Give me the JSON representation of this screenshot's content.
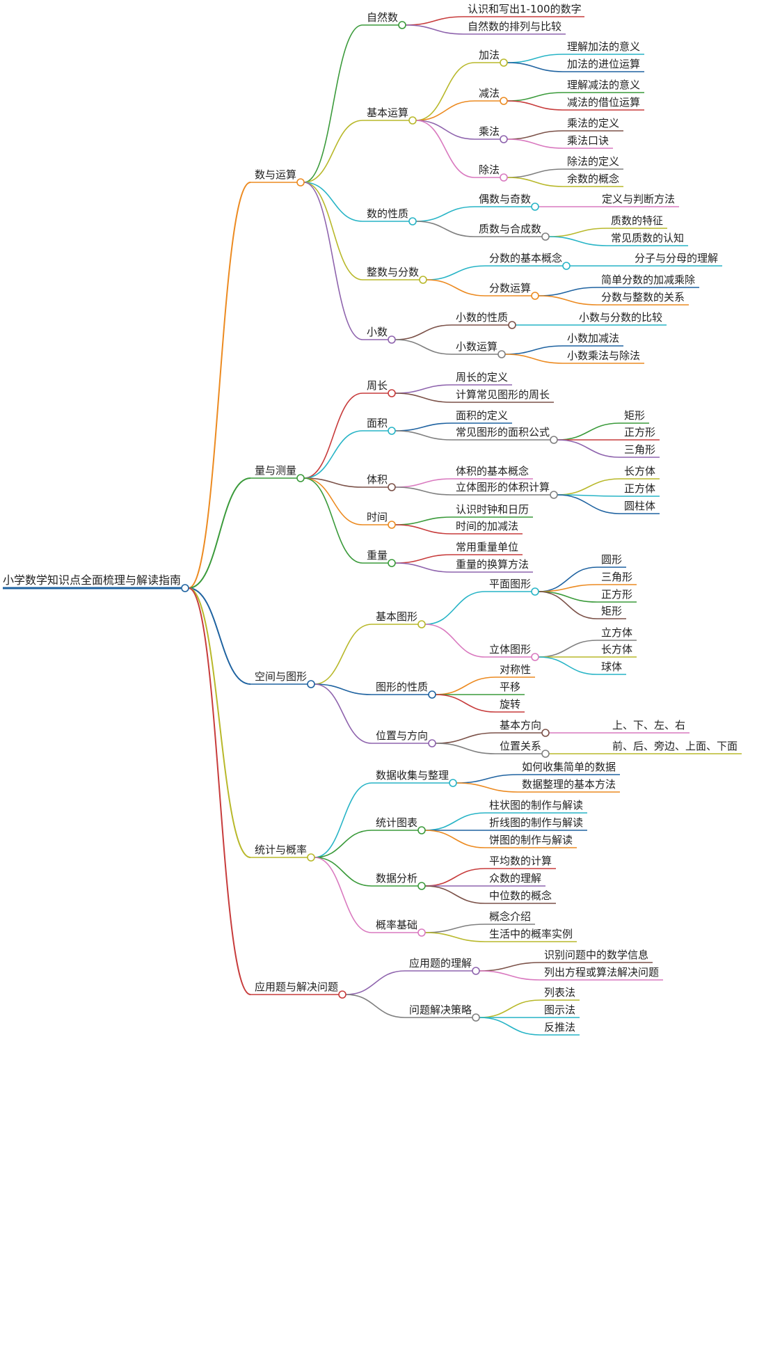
{
  "diagram": {
    "type": "mindmap",
    "root": {
      "label": "小学数学知识点全面梳理与解读指南",
      "color": "#1e62a0",
      "children": [
        {
          "label": "数与运算",
          "color": "#ec8a20",
          "children": [
            {
              "label": "自然数",
              "color": "#3a9a3a",
              "children": [
                {
                  "label": "认识和写出1-100的数字",
                  "color": "#c73b3b"
                },
                {
                  "label": "自然数的排列与比较",
                  "color": "#8e63ad"
                }
              ]
            },
            {
              "label": "基本运算",
              "color": "#b8b82a",
              "children": [
                {
                  "label": "加法",
                  "color": "#b8b82a",
                  "children": [
                    {
                      "label": "理解加法的意义",
                      "color": "#27b4c6"
                    },
                    {
                      "label": "加法的进位运算",
                      "color": "#1e62a0"
                    }
                  ]
                },
                {
                  "label": "减法",
                  "color": "#ec8a20",
                  "children": [
                    {
                      "label": "理解减法的意义",
                      "color": "#3a9a3a"
                    },
                    {
                      "label": "减法的借位运算",
                      "color": "#c73b3b"
                    }
                  ]
                },
                {
                  "label": "乘法",
                  "color": "#8e63ad",
                  "children": [
                    {
                      "label": "乘法的定义",
                      "color": "#7b5148"
                    },
                    {
                      "label": "乘法口诀",
                      "color": "#d979bf"
                    }
                  ]
                },
                {
                  "label": "除法",
                  "color": "#d979bf",
                  "children": [
                    {
                      "label": "除法的定义",
                      "color": "#7f7f7f"
                    },
                    {
                      "label": "余数的概念",
                      "color": "#b8b82a"
                    }
                  ]
                }
              ]
            },
            {
              "label": "数的性质",
              "color": "#27b4c6",
              "children": [
                {
                  "label": "偶数与奇数",
                  "color": "#27b4c6",
                  "children": [
                    {
                      "label": "定义与判断方法",
                      "color": "#d979bf"
                    }
                  ]
                },
                {
                  "label": "质数与合成数",
                  "color": "#7f7f7f",
                  "children": [
                    {
                      "label": "质数的特征",
                      "color": "#b8b82a"
                    },
                    {
                      "label": "常见质数的认知",
                      "color": "#27b4c6"
                    }
                  ]
                }
              ]
            },
            {
              "label": "整数与分数",
              "color": "#b8b82a",
              "children": [
                {
                  "label": "分数的基本概念",
                  "color": "#27b4c6",
                  "children": [
                    {
                      "label": "分子与分母的理解",
                      "color": "#27b4c6"
                    }
                  ]
                },
                {
                  "label": "分数运算",
                  "color": "#ec8a20",
                  "children": [
                    {
                      "label": "简单分数的加减乘除",
                      "color": "#1e62a0"
                    },
                    {
                      "label": "分数与整数的关系",
                      "color": "#ec8a20"
                    }
                  ]
                }
              ]
            },
            {
              "label": "小数",
              "color": "#8e63ad",
              "children": [
                {
                  "label": "小数的性质",
                  "color": "#7b5148",
                  "children": [
                    {
                      "label": "小数与分数的比较",
                      "color": "#27b4c6"
                    }
                  ]
                },
                {
                  "label": "小数运算",
                  "color": "#7f7f7f",
                  "children": [
                    {
                      "label": "小数加减法",
                      "color": "#1e62a0"
                    },
                    {
                      "label": "小数乘法与除法",
                      "color": "#ec8a20"
                    }
                  ]
                }
              ]
            }
          ]
        },
        {
          "label": "量与测量",
          "color": "#3a9a3a",
          "children": [
            {
              "label": "周长",
              "color": "#c73b3b",
              "children": [
                {
                  "label": "周长的定义",
                  "color": "#8e63ad"
                },
                {
                  "label": "计算常见图形的周长",
                  "color": "#7b5148"
                }
              ]
            },
            {
              "label": "面积",
              "color": "#27b4c6",
              "children": [
                {
                  "label": "面积的定义",
                  "color": "#1e62a0"
                },
                {
                  "label": "常见图形的面积公式",
                  "color": "#7f7f7f",
                  "children": [
                    {
                      "label": "矩形",
                      "color": "#3a9a3a"
                    },
                    {
                      "label": "正方形",
                      "color": "#c73b3b"
                    },
                    {
                      "label": "三角形",
                      "color": "#8e63ad"
                    }
                  ]
                }
              ]
            },
            {
              "label": "体积",
              "color": "#7b5148",
              "children": [
                {
                  "label": "体积的基本概念",
                  "color": "#d979bf"
                },
                {
                  "label": "立体图形的体积计算",
                  "color": "#7f7f7f",
                  "children": [
                    {
                      "label": "长方体",
                      "color": "#b8b82a"
                    },
                    {
                      "label": "正方体",
                      "color": "#27b4c6"
                    },
                    {
                      "label": "圆柱体",
                      "color": "#1e62a0"
                    }
                  ]
                }
              ]
            },
            {
              "label": "时间",
              "color": "#ec8a20",
              "children": [
                {
                  "label": "认识时钟和日历",
                  "color": "#3a9a3a"
                },
                {
                  "label": "时间的加减法",
                  "color": "#c73b3b"
                }
              ]
            },
            {
              "label": "重量",
              "color": "#3a9a3a",
              "children": [
                {
                  "label": "常用重量单位",
                  "color": "#c73b3b"
                },
                {
                  "label": "重量的换算方法",
                  "color": "#8e63ad"
                }
              ]
            }
          ]
        },
        {
          "label": "空间与图形",
          "color": "#1e62a0",
          "children": [
            {
              "label": "基本图形",
              "color": "#b8b82a",
              "children": [
                {
                  "label": "平面图形",
                  "color": "#27b4c6",
                  "children": [
                    {
                      "label": "圆形",
                      "color": "#1e62a0"
                    },
                    {
                      "label": "三角形",
                      "color": "#ec8a20"
                    },
                    {
                      "label": "正方形",
                      "color": "#3a9a3a"
                    },
                    {
                      "label": "矩形",
                      "color": "#7b5148"
                    }
                  ]
                },
                {
                  "label": "立体图形",
                  "color": "#d979bf",
                  "children": [
                    {
                      "label": "立方体",
                      "color": "#7f7f7f"
                    },
                    {
                      "label": "长方体",
                      "color": "#b8b82a"
                    },
                    {
                      "label": "球体",
                      "color": "#27b4c6"
                    }
                  ]
                }
              ]
            },
            {
              "label": "图形的性质",
              "color": "#1e62a0",
              "children": [
                {
                  "label": "对称性",
                  "color": "#ec8a20"
                },
                {
                  "label": "平移",
                  "color": "#3a9a3a"
                },
                {
                  "label": "旋转",
                  "color": "#c73b3b"
                }
              ]
            },
            {
              "label": "位置与方向",
              "color": "#8e63ad",
              "children": [
                {
                  "label": "基本方向",
                  "color": "#7b5148",
                  "children": [
                    {
                      "label": "上、下、左、右",
                      "color": "#d979bf"
                    }
                  ]
                },
                {
                  "label": "位置关系",
                  "color": "#7f7f7f",
                  "children": [
                    {
                      "label": "前、后、旁边、上面、下面",
                      "color": "#b8b82a"
                    }
                  ]
                }
              ]
            }
          ]
        },
        {
          "label": "统计与概率",
          "color": "#b8b82a",
          "children": [
            {
              "label": "数据收集与整理",
              "color": "#27b4c6",
              "children": [
                {
                  "label": "如何收集简单的数据",
                  "color": "#1e62a0"
                },
                {
                  "label": "数据整理的基本方法",
                  "color": "#ec8a20"
                }
              ]
            },
            {
              "label": "统计图表",
              "color": "#3a9a3a",
              "children": [
                {
                  "label": "柱状图的制作与解读",
                  "color": "#27b4c6"
                },
                {
                  "label": "折线图的制作与解读",
                  "color": "#1e62a0"
                },
                {
                  "label": "饼图的制作与解读",
                  "color": "#ec8a20"
                }
              ]
            },
            {
              "label": "数据分析",
              "color": "#3a9a3a",
              "children": [
                {
                  "label": "平均数的计算",
                  "color": "#c73b3b"
                },
                {
                  "label": "众数的理解",
                  "color": "#8e63ad"
                },
                {
                  "label": "中位数的概念",
                  "color": "#7b5148"
                }
              ]
            },
            {
              "label": "概率基础",
              "color": "#d979bf",
              "children": [
                {
                  "label": "概念介绍",
                  "color": "#7f7f7f"
                },
                {
                  "label": "生活中的概率实例",
                  "color": "#b8b82a"
                }
              ]
            }
          ]
        },
        {
          "label": "应用题与解决问题",
          "color": "#c73b3b",
          "children": [
            {
              "label": "应用题的理解",
              "color": "#8e63ad",
              "children": [
                {
                  "label": "识别问题中的数学信息",
                  "color": "#7b5148"
                },
                {
                  "label": "列出方程或算法解决问题",
                  "color": "#d979bf"
                }
              ]
            },
            {
              "label": "问题解决策略",
              "color": "#7f7f7f",
              "children": [
                {
                  "label": "列表法",
                  "color": "#b8b82a"
                },
                {
                  "label": "图示法",
                  "color": "#27b4c6"
                },
                {
                  "label": "反推法",
                  "color": "#27b4c6"
                }
              ]
            }
          ]
        }
      ]
    }
  }
}
